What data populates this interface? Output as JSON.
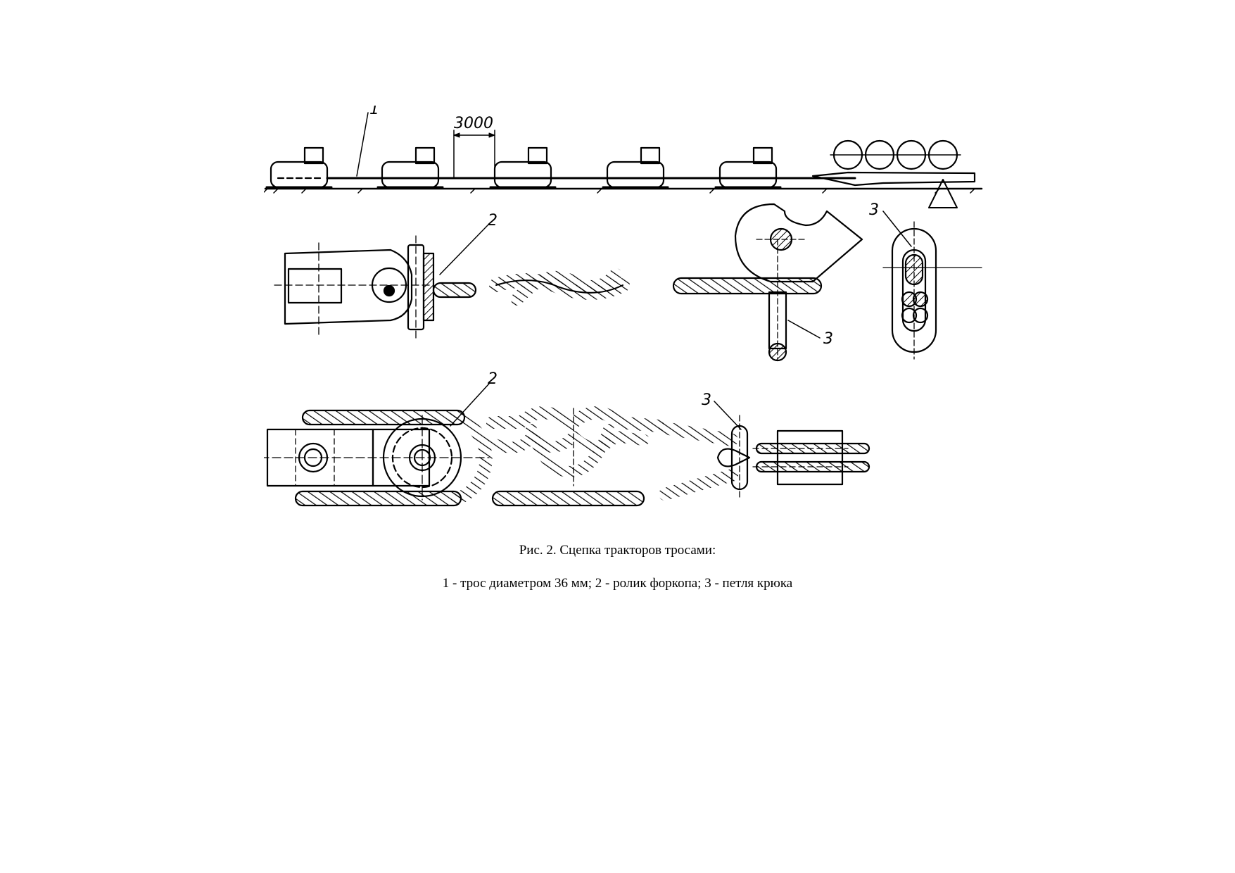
{
  "figure": {
    "dimension_label": "3000",
    "callout_1": "1",
    "callout_2": "2",
    "callout_3": "3",
    "caption_title": "Рис. 2. Сцепка тракторов тросами:",
    "caption_legend": "1 - трос диаметром 36 мм; 2 - ролик форкопа; 3 - петля крюка"
  }
}
